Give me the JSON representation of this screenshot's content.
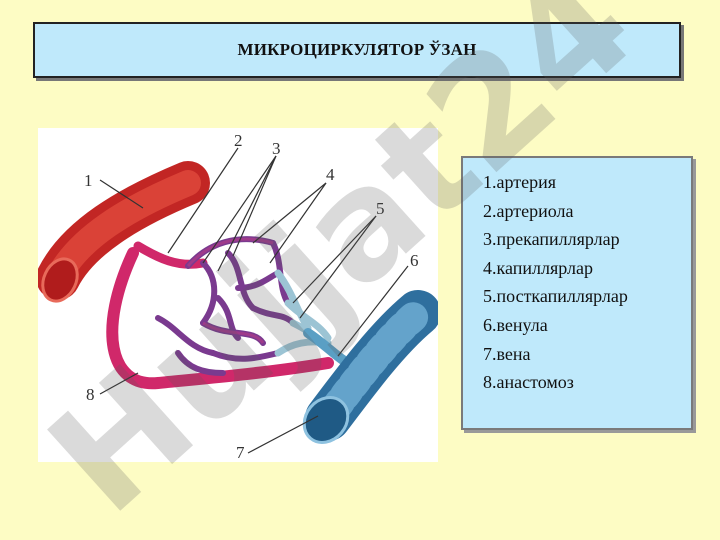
{
  "title": "МИКРОЦИРКУЛЯТОР ЎЗАН",
  "figure": {
    "labels": [
      "1",
      "2",
      "3",
      "4",
      "5",
      "6",
      "7",
      "8"
    ]
  },
  "legend": {
    "items": [
      "1.артерия",
      "2.артериола",
      "3.прекапиллярлар",
      "4.капиллярлар",
      "5.посткапиллярлар",
      "6.венула",
      "7.вена",
      "8.анастомоз"
    ]
  },
  "watermark": "Hujjat24",
  "colors": {
    "artery": "#d9302e",
    "arteriole": "#d0286a",
    "capillary": "#7a3a8f",
    "vein": "#3f86b5",
    "venule": "#9cc4d4"
  }
}
